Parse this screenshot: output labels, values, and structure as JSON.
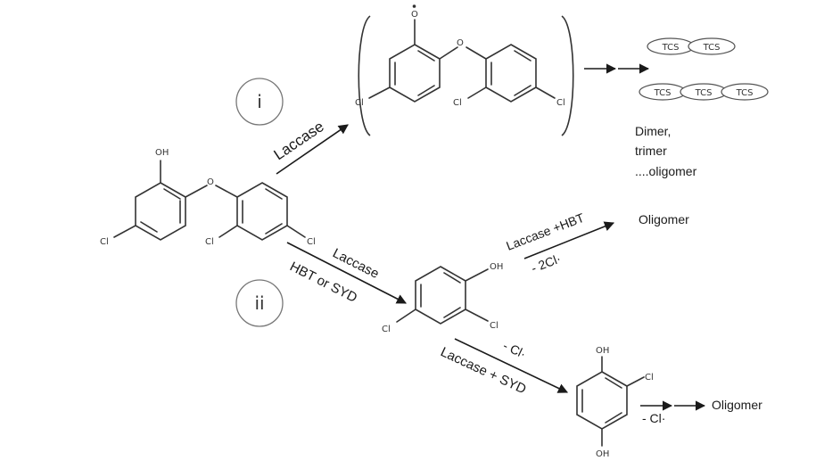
{
  "routes": {
    "route_i": {
      "marker": "i",
      "enzyme_label": "Laccase",
      "products": {
        "chain_2": [
          "TCS",
          "TCS"
        ],
        "chain_3": [
          "TCS",
          "TCS",
          "TCS"
        ],
        "line1": "Dimer,",
        "line2": "trimer",
        "line3": "....oligomer"
      }
    },
    "route_ii": {
      "marker": "ii",
      "enzyme_label_top": "Laccase",
      "enzyme_label_bottom": "HBT or SYD",
      "branch_hbt": {
        "label_top": "Laccase +HBT",
        "label_bottom": "- 2Cl·",
        "product": "Oligomer"
      },
      "branch_syd": {
        "label_top": "- Cl·",
        "label_bottom": "Laccase + SYD",
        "dechlorination": "- Cl·",
        "product": "Oligomer"
      }
    }
  },
  "atoms": {
    "triclosan": {
      "oh": "OH",
      "o": "O",
      "cl_left": "Cl",
      "cl_mid": "Cl",
      "cl_right": "Cl"
    },
    "radical": {
      "o_radical": "O",
      "o_bridge": "O",
      "cl_left": "Cl",
      "cl_mid": "Cl",
      "cl_right": "Cl"
    },
    "dichlorophenol": {
      "oh": "OH",
      "cl_ortho": "Cl",
      "cl_para": "Cl"
    },
    "hydroquinone": {
      "oh_top": "OH",
      "oh_bottom": "OH",
      "cl": "Cl"
    }
  }
}
